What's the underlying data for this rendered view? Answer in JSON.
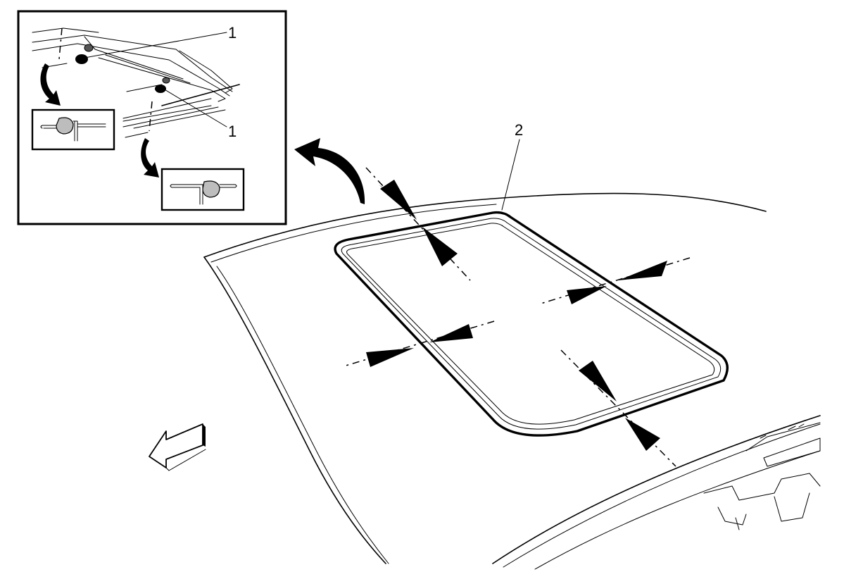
{
  "callouts": {
    "fastener_top": "1",
    "fastener_bottom": "1",
    "weatherstrip": "2"
  },
  "icons": {
    "view_arrow": "curved-arrow-icon",
    "direction_arrow": "front-direction-arrow-icon"
  },
  "colors": {
    "line": "#000000",
    "background": "#ffffff",
    "section_fill": "#bdbdbd"
  }
}
